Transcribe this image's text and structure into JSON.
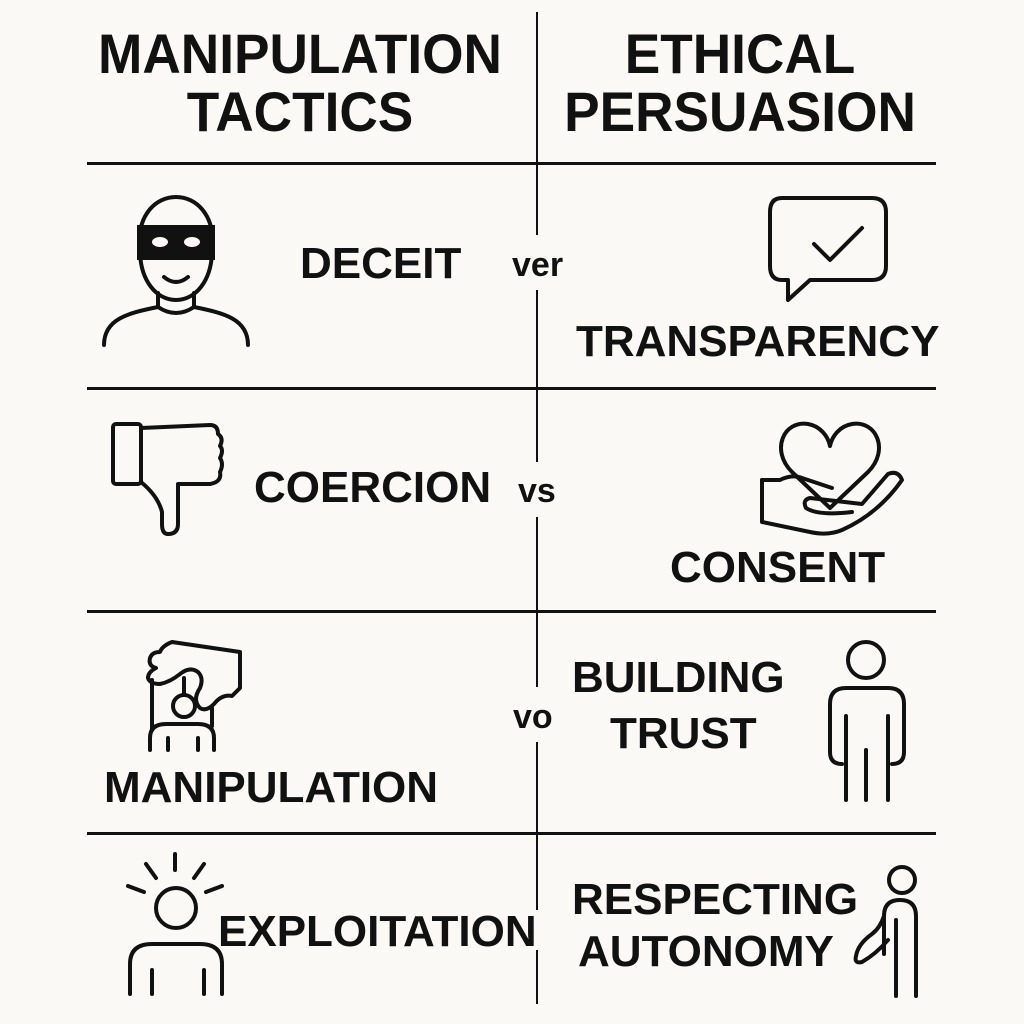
{
  "header": {
    "left_title_line1": "MANIPULATION",
    "left_title_line2": "TACTICS",
    "right_title_line1": "ETHICAL",
    "right_title_line2": "PERSUASION"
  },
  "rows": [
    {
      "left": "DECEIT",
      "separator": "ver",
      "right_line1": "TRANSPARENCY",
      "right_line2": "",
      "left_icon": "masked-thief-icon",
      "right_icon": "speech-bubble-check-icon"
    },
    {
      "left": "COERCION",
      "separator": "vs",
      "right_line1": "CONSENT",
      "right_line2": "",
      "left_icon": "thumbs-down-icon",
      "right_icon": "heart-in-hand-icon"
    },
    {
      "left": "MANIPULATION",
      "separator": "vo",
      "right_line1": "BUILDING",
      "right_line2": "TRUST",
      "left_icon": "puppet-hand-icon",
      "right_icon": "standing-person-icon"
    },
    {
      "left": "EXPLOITATION",
      "separator": "",
      "right_line1": "RESPECTING",
      "right_line2": "AUTONOMY",
      "left_icon": "person-alert-icon",
      "right_icon": "person-with-cane-icon"
    }
  ],
  "colors": {
    "background": "#fbf9f6",
    "ink": "#111111"
  }
}
